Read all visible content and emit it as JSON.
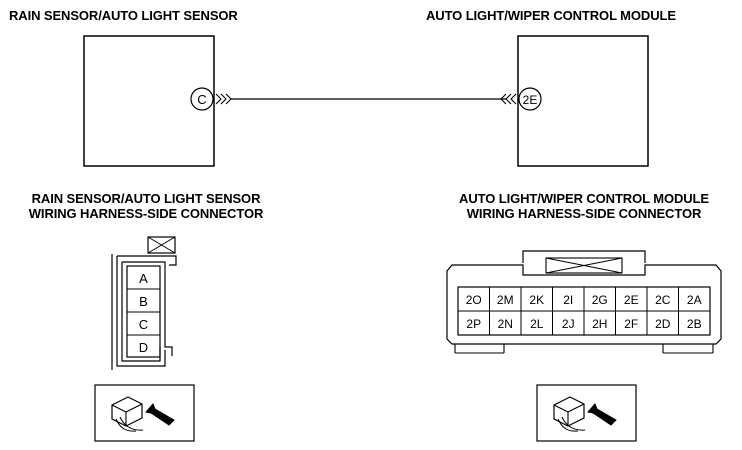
{
  "top": {
    "left_title": "RAIN SENSOR/AUTO LIGHT SENSOR",
    "right_title": "AUTO LIGHT/WIPER CONTROL MODULE",
    "left_terminal": "C",
    "right_terminal": "2E"
  },
  "bottom": {
    "left_title_line1": "RAIN SENSOR/AUTO LIGHT SENSOR",
    "left_title_line2": "WIRING HARNESS-SIDE CONNECTOR",
    "right_title_line1": "AUTO LIGHT/WIPER CONTROL MODULE",
    "right_title_line2": "WIRING HARNESS-SIDE CONNECTOR"
  },
  "left_connector": {
    "pins": [
      "A",
      "B",
      "C",
      "D"
    ]
  },
  "right_connector": {
    "row1": [
      "2O",
      "2M",
      "2K",
      "2I",
      "2G",
      "2E",
      "2C",
      "2A"
    ],
    "row2": [
      "2P",
      "2N",
      "2L",
      "2J",
      "2H",
      "2F",
      "2D",
      "2B"
    ]
  }
}
